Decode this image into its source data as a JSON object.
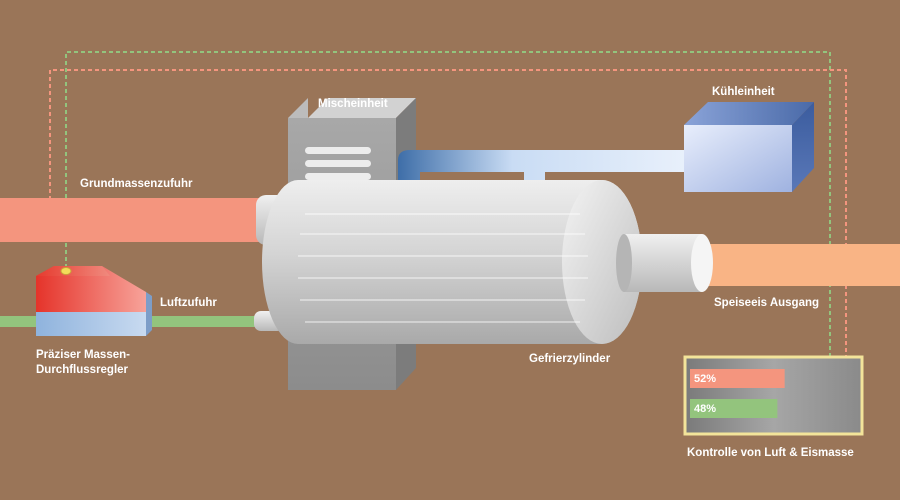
{
  "labels": {
    "mixing_unit": "Mischeinheit",
    "cooling_unit": "Kühleinheit",
    "base_mass_supply": "Grundmassenzufuhr",
    "air_supply": "Luftzufuhr",
    "ice_cream_output": "Speiseeis Ausgang",
    "freezing_cylinder": "Gefrierzylinder",
    "flow_controller_line1": "Präziser Massen-",
    "flow_controller_line2": "Durchflussregler",
    "control_panel_title": "Kontrolle von Luft & Eismasse"
  },
  "control": {
    "mass_percent": 52,
    "mass_label": "52%",
    "air_percent": 48,
    "air_label": "48%"
  },
  "colors": {
    "background": "#9a7558",
    "mass_pipe": "#f4957e",
    "air_pipe": "#93c47d",
    "output_pipe": "#f9b485",
    "panel_border": "#f3e49a",
    "mass_signal": "#f4957e",
    "air_signal": "#93c47d"
  }
}
